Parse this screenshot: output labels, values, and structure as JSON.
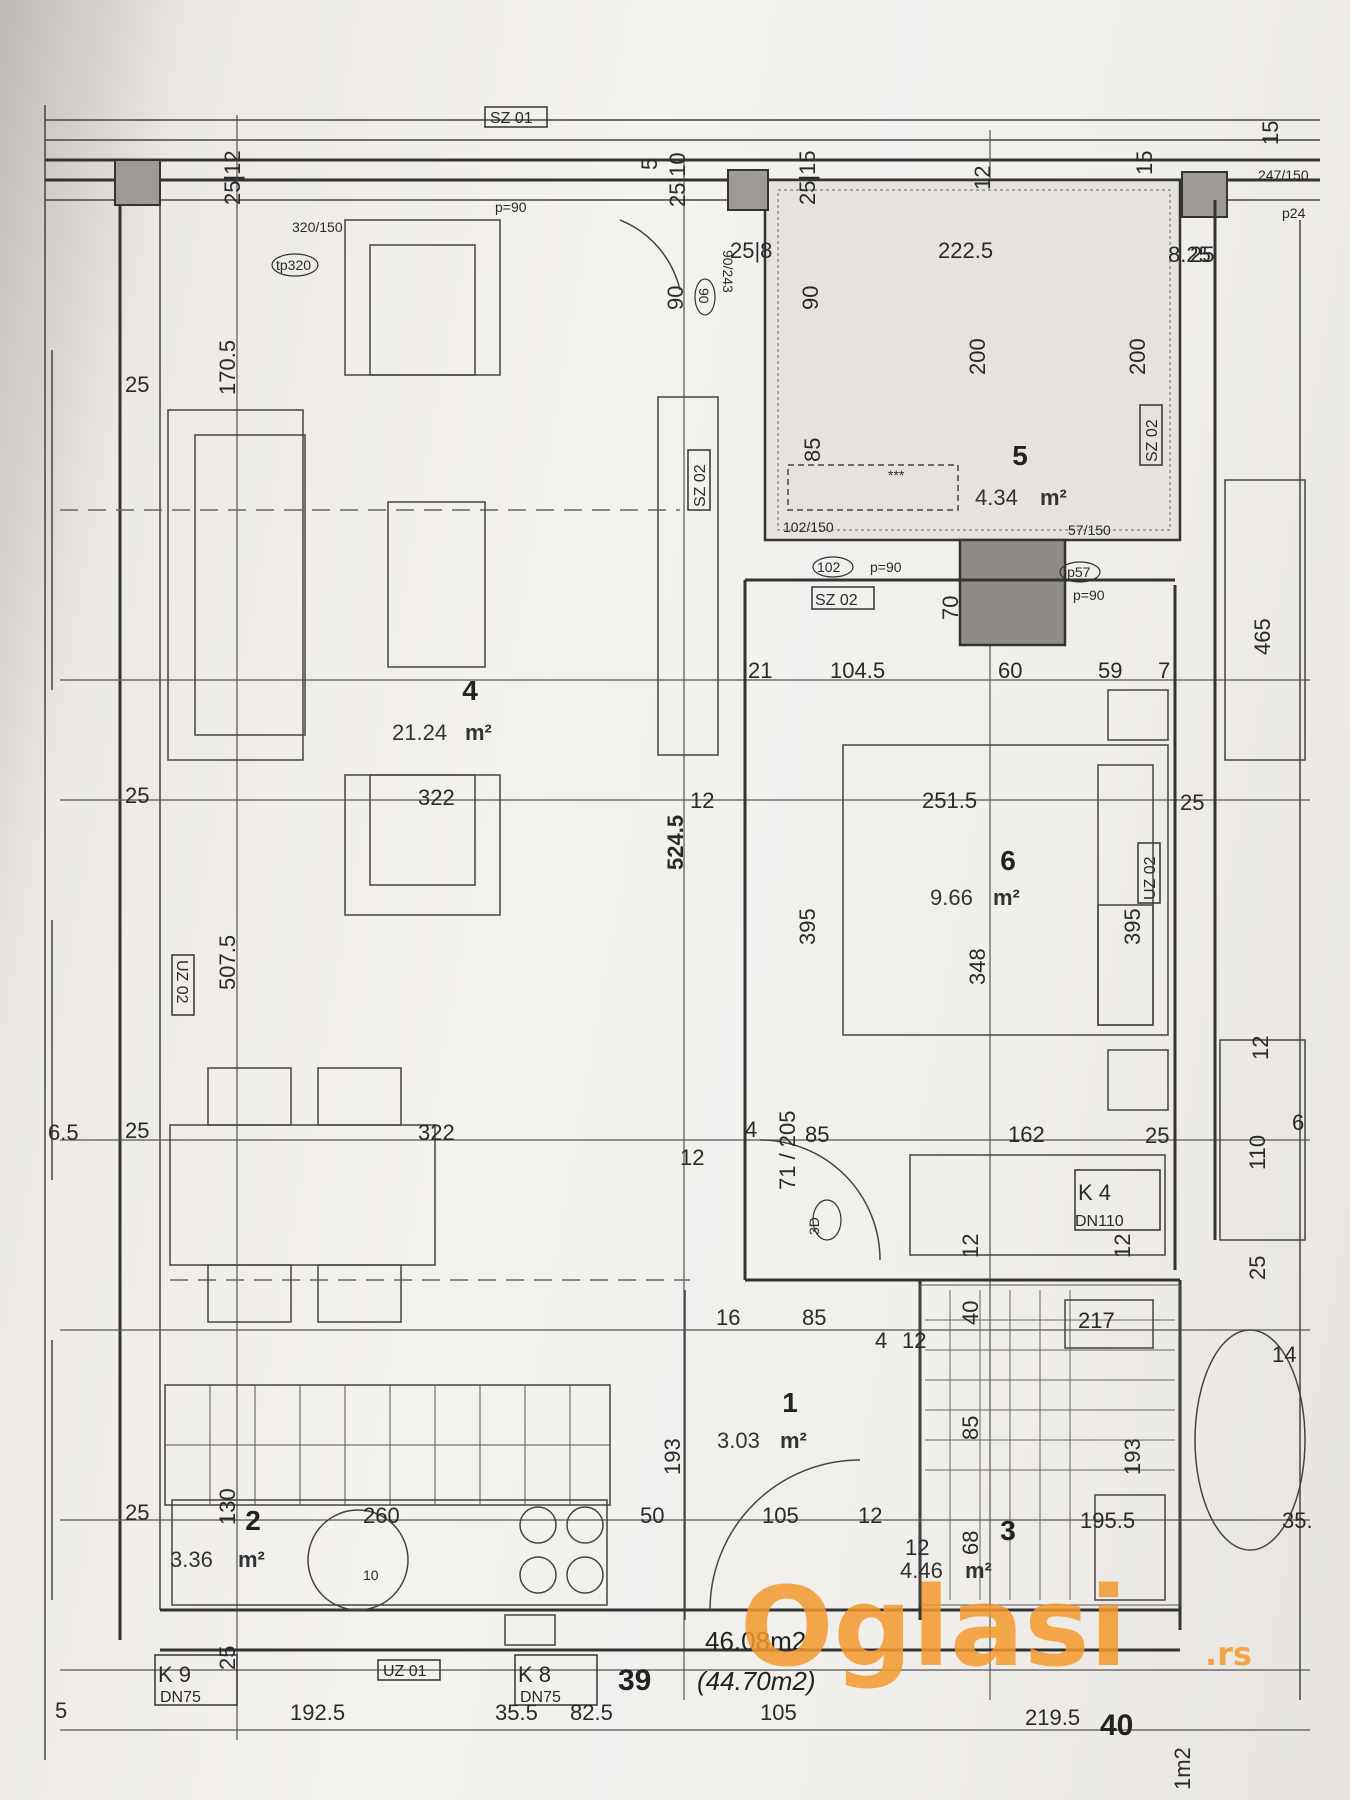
{
  "rooms": [
    {
      "num": "4",
      "area": "21.24",
      "unit": "m²"
    },
    {
      "num": "5",
      "area": "4.34",
      "unit": "m²"
    },
    {
      "num": "6",
      "area": "9.66",
      "unit": "m²"
    },
    {
      "num": "1",
      "area": "3.03",
      "unit": "m²"
    },
    {
      "num": "2",
      "area": "3.36",
      "unit": "m²"
    },
    {
      "num": "3",
      "area": "4.46",
      "unit": "m²"
    }
  ],
  "apartment": {
    "gross": "46.08m2",
    "net": "(44.70m2)",
    "unit_no": "39",
    "next_unit": "40",
    "next_area": "1m2"
  },
  "tags": {
    "sz01": "SZ 01",
    "sz02": "SZ 02",
    "uz01": "UZ 01",
    "uz02": "UZ 02",
    "k9": "K 9",
    "dn75": "DN75",
    "k8": "K 8",
    "k4": "K 4",
    "dn110": "DN110",
    "tp320": "tp320",
    "d102": "102",
    "jp57": "jp57",
    "d90": "90",
    "d3d": "3D",
    "p24": "p24"
  },
  "door_labels": {
    "d320": "320/150",
    "d102": "102/150",
    "d57": "57/150",
    "d247": "247/150",
    "d90_243": "90/243",
    "d71": "71 / 205",
    "p90": "p=90"
  },
  "dims": {
    "d25_12": "25|12",
    "d25_10": "25|10",
    "d25_15": "25|15",
    "d12": "12",
    "d15": "15",
    "d5": "5",
    "d2258": "25|8",
    "d222_5": "222.5",
    "d8_25": "8.25",
    "d25": "25",
    "d90": "90",
    "d200": "200",
    "d85": "85",
    "d170_5": "170.5",
    "d322": "322",
    "d524_5": "524.5",
    "d507_5": "507.5",
    "d21": "21",
    "d104_5": "104.5",
    "d60": "60",
    "d59": "59",
    "d7": "7",
    "d465": "465",
    "d70": "70",
    "d251_5": "251.5",
    "d395": "395",
    "d348": "348",
    "d162": "162",
    "d4": "4",
    "d110": "110",
    "d6": "6",
    "d16": "16",
    "d217": "217",
    "d14": "14",
    "d40": "40",
    "d193": "193",
    "d260": "260",
    "d130": "130",
    "d50": "50",
    "d105": "105",
    "d68": "68",
    "d195_5": "195.5",
    "d35": "35.",
    "d192_5": "192.5",
    "d35_5": "35.5",
    "d82_5": "82.5",
    "d219_5": "219.5",
    "d6_5": "6.5",
    "d10": "10",
    "stars": "***"
  },
  "watermark": {
    "text": "Oglasi",
    "suffix": ".rs",
    "color": "#f39a2d"
  }
}
